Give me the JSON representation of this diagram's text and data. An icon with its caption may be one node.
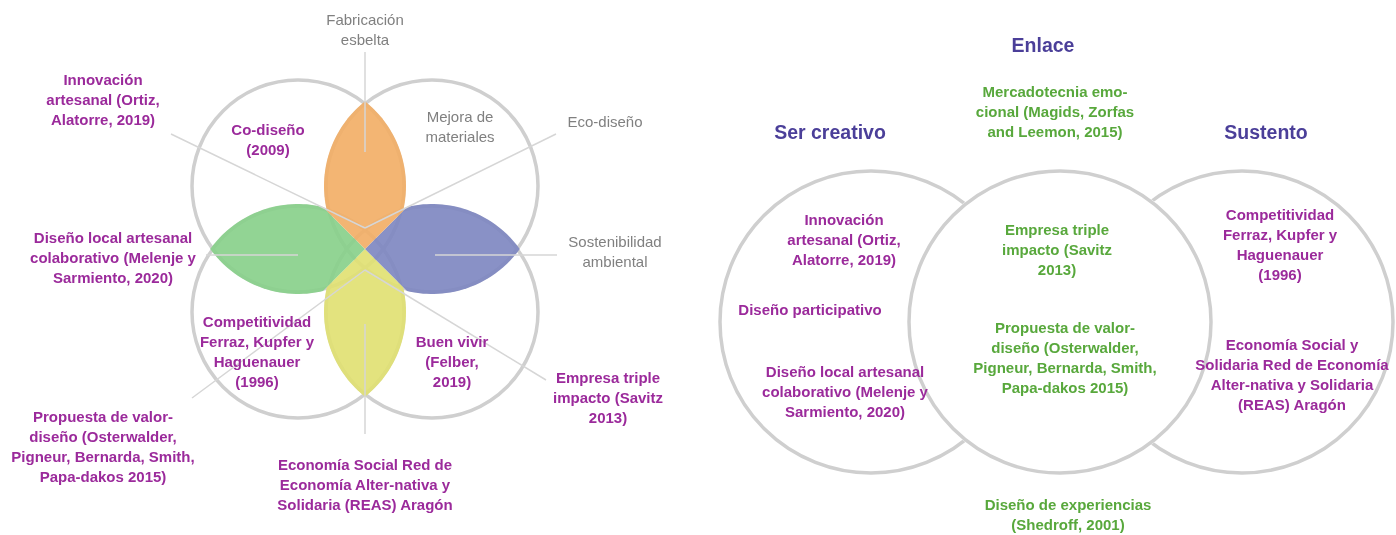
{
  "diagram": {
    "nodes": [
      {
        "text": [
          "Co-diseño (2009)"
        ]
      },
      {
        "text": [
          "Mejora de materiales"
        ]
      },
      {
        "text": [
          "Competitividad Ferraz, Kupfer y Haguenauer (1996)"
        ]
      },
      {
        "text": [
          "Buen vivir (Felber, 2019)"
        ]
      },
      {
        "text": [],
        "shape": "leaf"
      },
      {
        "text": [],
        "shape": "leaf"
      },
      {
        "text": [],
        "shape": "leaf"
      },
      {
        "text": [],
        "shape": "leaf"
      },
      {
        "text": [
          "Fabricación esbelta"
        ]
      },
      {
        "text": [
          "Innovación artesanal (Ortiz, Alatorre, 2019)"
        ]
      },
      {
        "text": [
          "Eco-diseño"
        ]
      },
      {
        "text": [
          "Diseño local artesanal colaborativo (Melenje y Sarmiento, 2020)"
        ]
      },
      {
        "text": [
          "Sostenibilidad ambiental"
        ]
      },
      {
        "text": [
          "Propuesta de valor-diseño (Osterwalder, Pigneur, Bernarda, Smith, Papa-dakos 2015)"
        ]
      },
      {
        "text": [
          "Empresa triple impacto (Savitz 2013)"
        ]
      },
      {
        "text": [
          "Economía Social Red de Economía Alter-nativa y Solidaria (REAS) Aragón"
        ]
      },
      {
        "text": [
          "Ser creativo",
          "Innovación artesanal (Ortiz, Alatorre, 2019)",
          "Diseño participativo",
          "Diseño local artesanal colaborativo (Melenje y Sarmiento, 2020)"
        ]
      },
      {
        "text": [
          "Empresa triple impacto (Savitz 2013)",
          "Propuesta de valor-diseño (Osterwalder, Pigneur, Bernarda, Smith, Papa-dakos 2015)"
        ],
        "beside": [
          "Enlace",
          "Mercadotecnia emo-cional (Magids, Zorfas and Leemon, 2015)",
          "Diseño de experiencias (Shedroff, 2001)"
        ]
      },
      {
        "text": [
          "Sustento",
          "Competitividad Ferraz, Kupfer y Haguenauer (1996)",
          "Economía Social y Solidaria Red de Economía Alter-nativa y Solidaria (REAS) Aragón"
        ]
      }
    ],
    "edges": [
      {
        "from": 8,
        "to": 4,
        "arrow": "none"
      },
      {
        "from": 9,
        "to": 4,
        "arrow": "none"
      },
      {
        "from": 10,
        "to": 4,
        "arrow": "none"
      },
      {
        "from": 11,
        "to": 5,
        "arrow": "none"
      },
      {
        "from": 12,
        "to": 6,
        "arrow": "none"
      },
      {
        "from": 13,
        "to": 7,
        "arrow": "none"
      },
      {
        "from": 14,
        "to": 7,
        "arrow": "none"
      },
      {
        "from": 15,
        "to": 7,
        "arrow": "none"
      }
    ]
  }
}
